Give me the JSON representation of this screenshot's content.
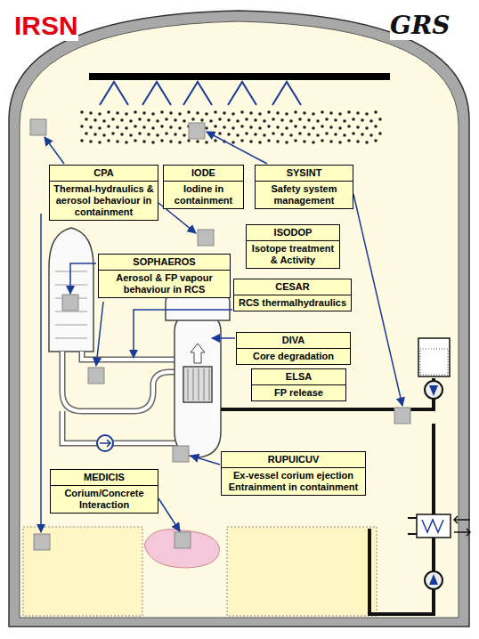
{
  "diagram": {
    "nodes": [
      {
        "text": [
          "CPA",
          "Thermal-hydraulics & aerosol behaviour in containment"
        ]
      },
      {
        "text": [
          "IODE",
          "Iodine in containment"
        ]
      },
      {
        "text": [
          "SYSINT",
          "Safety system management"
        ]
      },
      {
        "text": [
          "ISODOP",
          "Isotope treatment & Activity"
        ]
      },
      {
        "text": [
          "SOPHAEROS",
          "Aerosol & FP vapour behaviour in RCS"
        ]
      },
      {
        "text": [
          "CESAR",
          "RCS thermalhydraulics"
        ]
      },
      {
        "text": [
          "DIVA",
          "Core degradation"
        ]
      },
      {
        "text": [
          "ELSA",
          "FP release"
        ]
      },
      {
        "text": [
          "RUPUICUV",
          "Ex-vessel corium ejection Entrainment in containment"
        ]
      },
      {
        "text": [
          "MEDICIS",
          "Corium/Concrete Interaction"
        ]
      }
    ],
    "labels": [
      "IRSN",
      "GRS"
    ]
  }
}
